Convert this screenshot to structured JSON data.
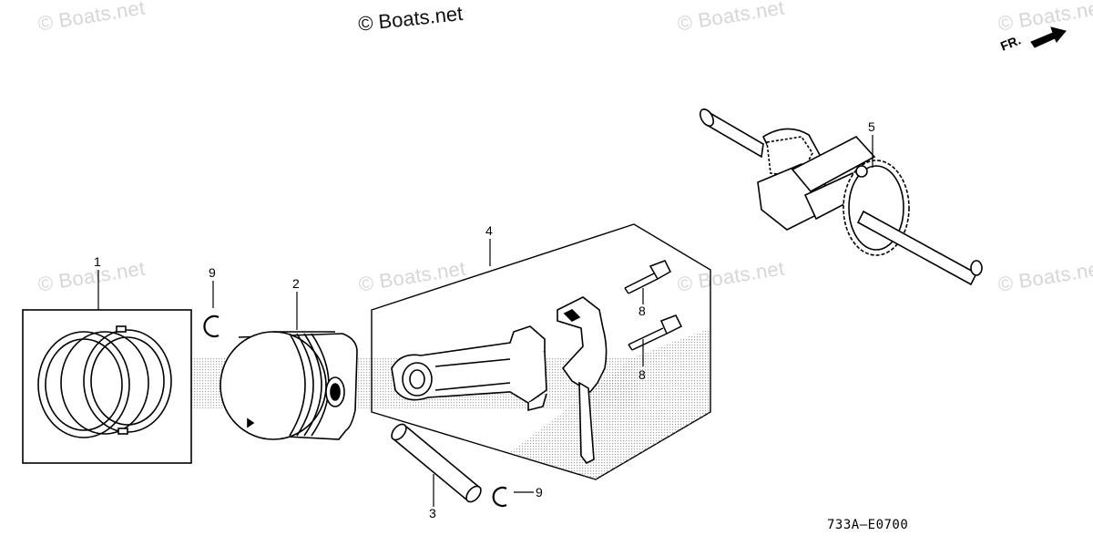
{
  "watermarks": {
    "primary": "© Boats.net",
    "faded": "© Boats.net"
  },
  "callouts": {
    "piston_ring_set": "1",
    "piston": "2",
    "piston_pin": "3",
    "connecting_rod": "4",
    "crankshaft": "5",
    "rod_bolt_upper": "8",
    "rod_bolt_lower": "8",
    "clip_upper": "9",
    "clip_lower": "9"
  },
  "direction_label": "FR.",
  "drawing_code": "733A—E0700",
  "colors": {
    "line": "#000000",
    "watermark_faded": "#d6d6d6",
    "stipple": "#9a9a9a"
  },
  "icons": {
    "front_arrow": "arrow-right-icon"
  }
}
